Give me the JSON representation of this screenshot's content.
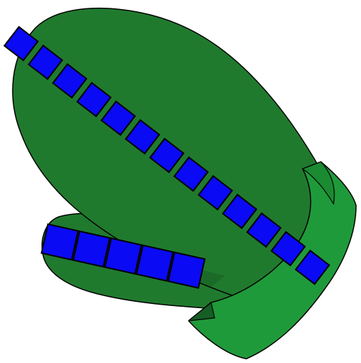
{
  "image": {
    "subject": "mitten",
    "colors": {
      "background": "#ffffff",
      "mitten_body": "#207a2e",
      "mitten_shadow": "#1c6a28",
      "cuff": "#1f9a3a",
      "cuff_side": "#1a8a33",
      "squares": "#0a0af5",
      "outline": "#000000"
    },
    "main_band": {
      "square_count": 13
    },
    "thumb_band": {
      "square_count": 5
    }
  }
}
